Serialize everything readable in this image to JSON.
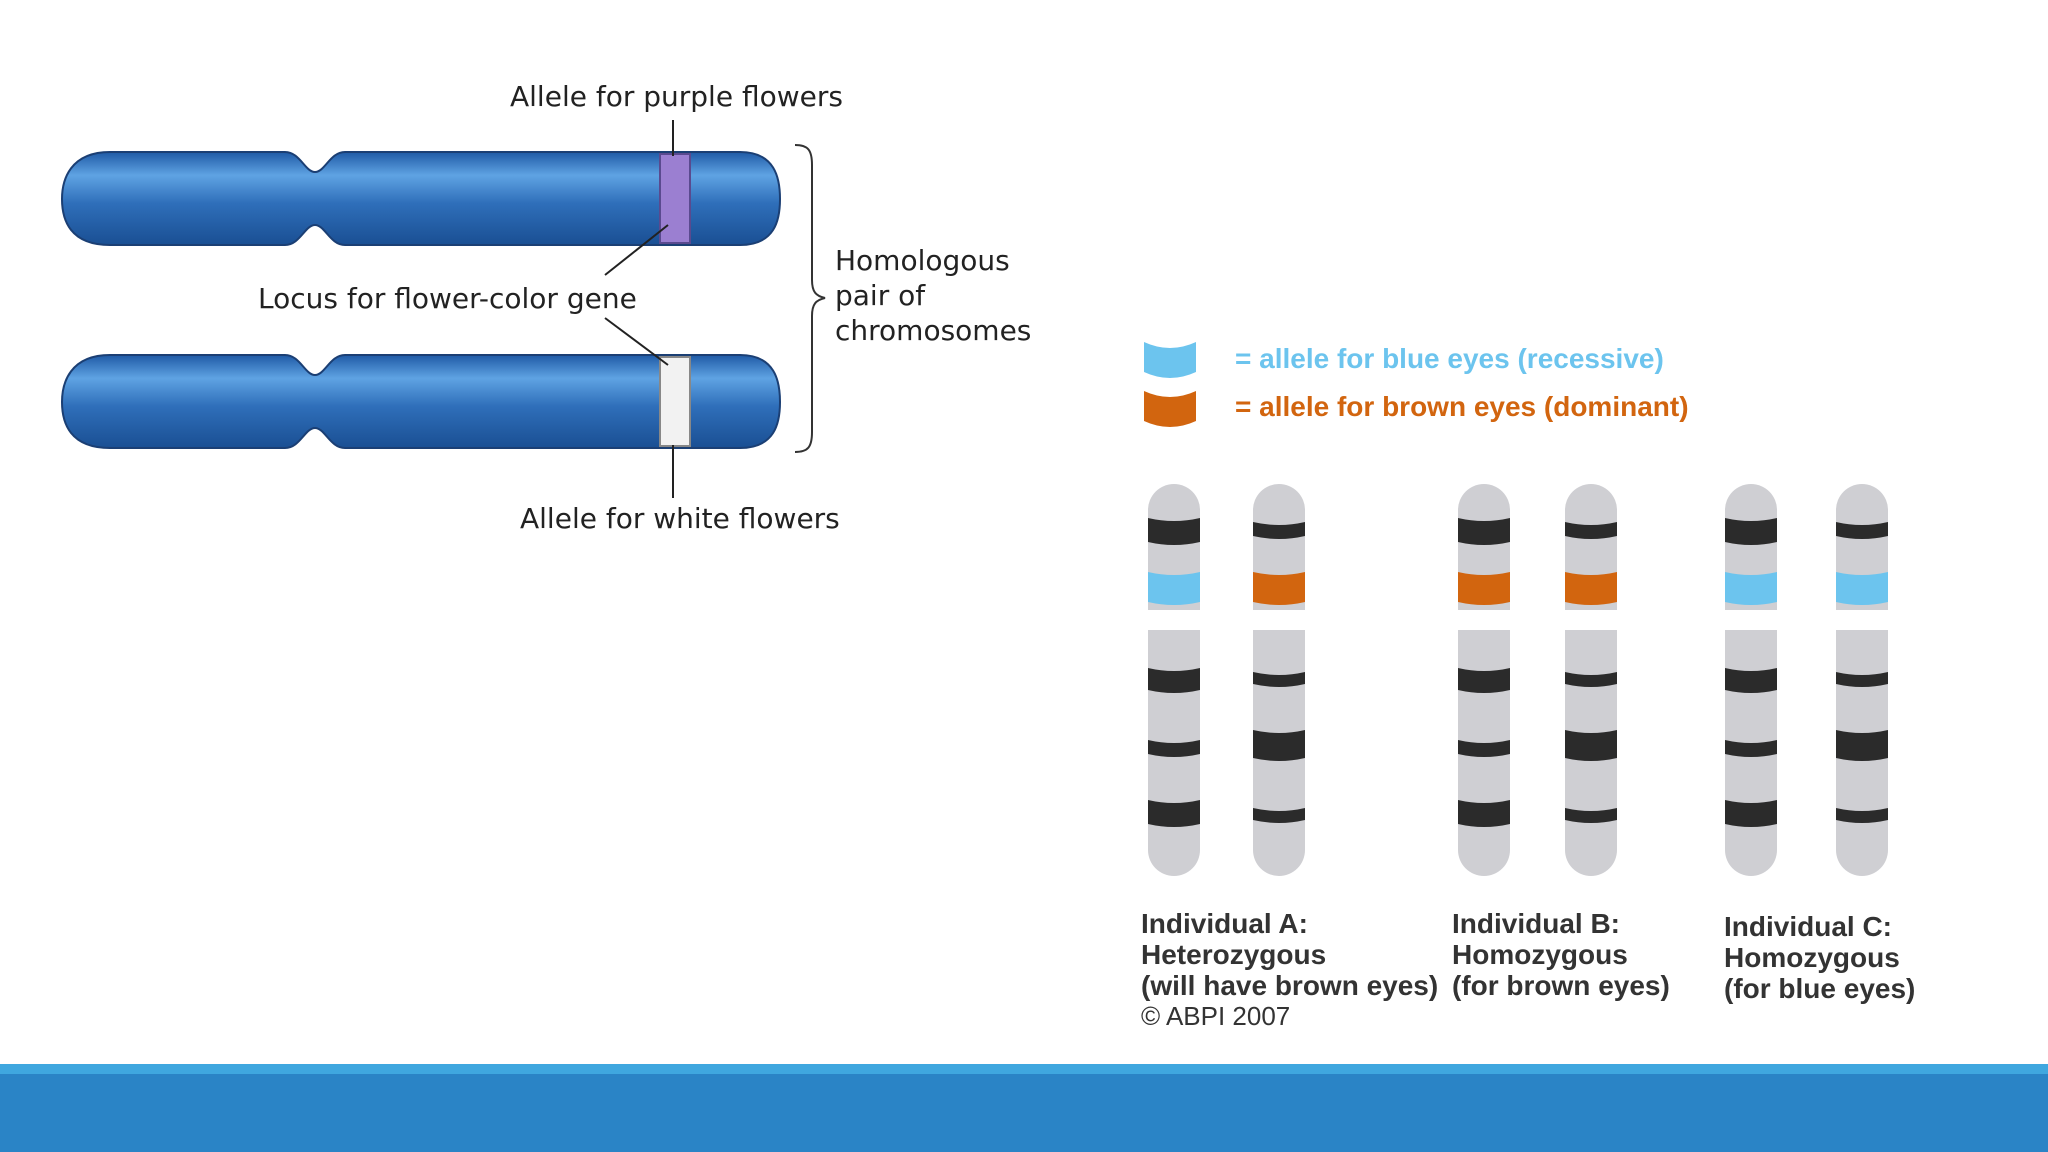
{
  "left_diagram": {
    "label_top": "Allele for purple flowers",
    "label_locus": "Locus for flower-color gene",
    "label_bottom": "Allele for white flowers",
    "label_homologous": [
      "Homologous",
      "pair of",
      "chromosomes"
    ],
    "colors": {
      "chromosome": "#2f6fba",
      "purple_band": "#9b7fd1",
      "white_band": "#f2f2f2"
    }
  },
  "right_diagram": {
    "legend": [
      {
        "text": "= allele for blue eyes (recessive)",
        "color": "#6cc4ee"
      },
      {
        "text": "= allele for brown eyes (dominant)",
        "color": "#d2650f"
      }
    ],
    "individuals": [
      {
        "lines": [
          "Individual A:",
          "Heterozygous",
          "(will have brown eyes)",
          "© ABPI 2007"
        ],
        "alleles": [
          "blue",
          "brown"
        ]
      },
      {
        "lines": [
          "Individual B:",
          "Homozygous",
          "(for brown eyes)"
        ],
        "alleles": [
          "brown",
          "brown"
        ]
      },
      {
        "lines": [
          "Individual C:",
          "Homozygous",
          "(for blue eyes)"
        ],
        "alleles": [
          "blue",
          "blue"
        ]
      }
    ],
    "colors": {
      "chromosome": "#cfcfd3",
      "band": "#2b2b2b"
    }
  },
  "footer": {
    "colors": {
      "bar": "#2a84c6",
      "line": "#3fa7df"
    }
  }
}
